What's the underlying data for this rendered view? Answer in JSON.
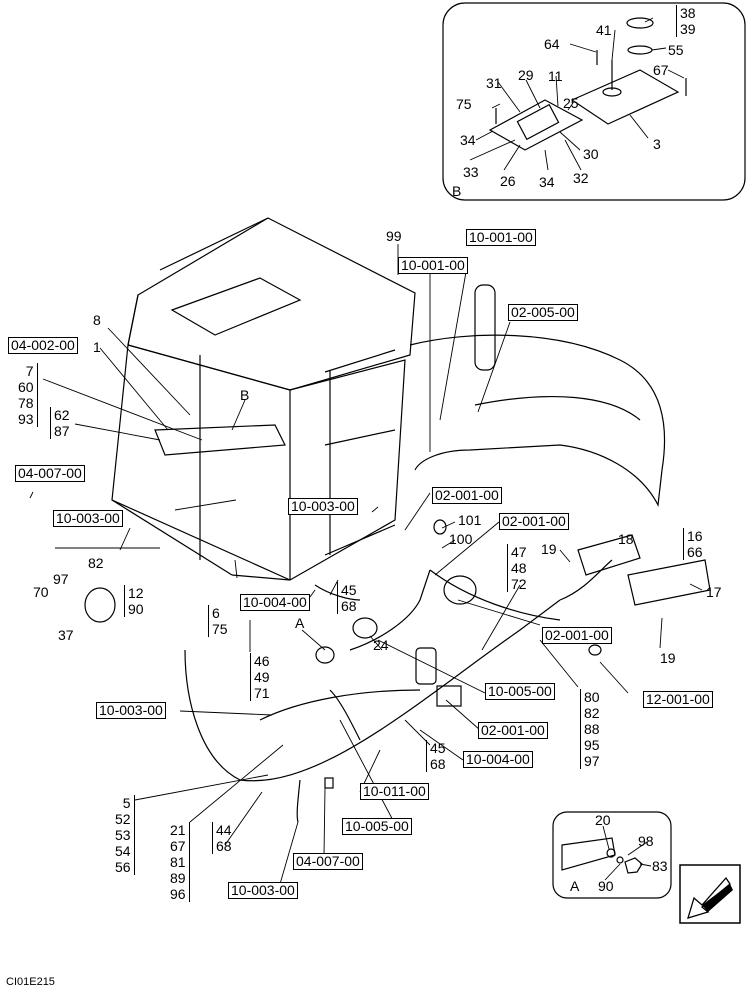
{
  "refs": {
    "r1": "10-001-00",
    "r2": "10-001-00",
    "r3": "02-005-00",
    "r4": "04-002-00",
    "r5": "04-007-00",
    "r6": "10-003-00",
    "r7": "10-003-00",
    "r8": "02-001-00",
    "r9": "02-001-00",
    "r10": "10-004-00",
    "r11": "02-001-00",
    "r12": "10-005-00",
    "r13": "12-001-00",
    "r14": "10-003-00",
    "r15": "02-001-00",
    "r16": "10-004-00",
    "r17": "10-011-00",
    "r18": "10-005-00",
    "r19": "04-007-00",
    "r20": "10-003-00"
  },
  "labels": {
    "n38_39": "38\n39",
    "n41": "41",
    "n64": "64",
    "n55": "55",
    "n67": "67",
    "n31": "31",
    "n29": "29",
    "n11": "11",
    "n25": "25",
    "n75b": "75",
    "n34a": "34",
    "n30": "30",
    "n3": "3",
    "n33": "33",
    "n26": "26",
    "n34b": "34",
    "n32": "32",
    "nB_inset": "B",
    "n99": "99",
    "n8": "8",
    "n1": "1",
    "n7_93": "7\n60\n78\n93",
    "n62_87": "62\n87",
    "nB_main": "B",
    "n101": "101",
    "n100": "100",
    "n47_72": "47\n48\n72",
    "n19a": "19",
    "n18": "18",
    "n16_66": "16\n66",
    "n17": "17",
    "n19b": "19",
    "n82": "82",
    "n97": "97",
    "n70": "70",
    "n12_90": "12\n90",
    "n37": "37",
    "n6_75": "6\n75",
    "n45_68a": "45\n68",
    "nA_main": "A",
    "n24": "24",
    "n46_71": "46\n49\n71",
    "n80_97": "80\n82\n88\n95\n97",
    "n45_68b": "45\n68",
    "n5_56": "5\n52\n53\n54\n56",
    "n21_96": "21\n67\n81\n89\n96",
    "n44_68": "44\n68",
    "n20": "20",
    "n98": "98",
    "n83": "83",
    "nA_inset": "A",
    "n90": "90",
    "code": "CI01E215"
  }
}
